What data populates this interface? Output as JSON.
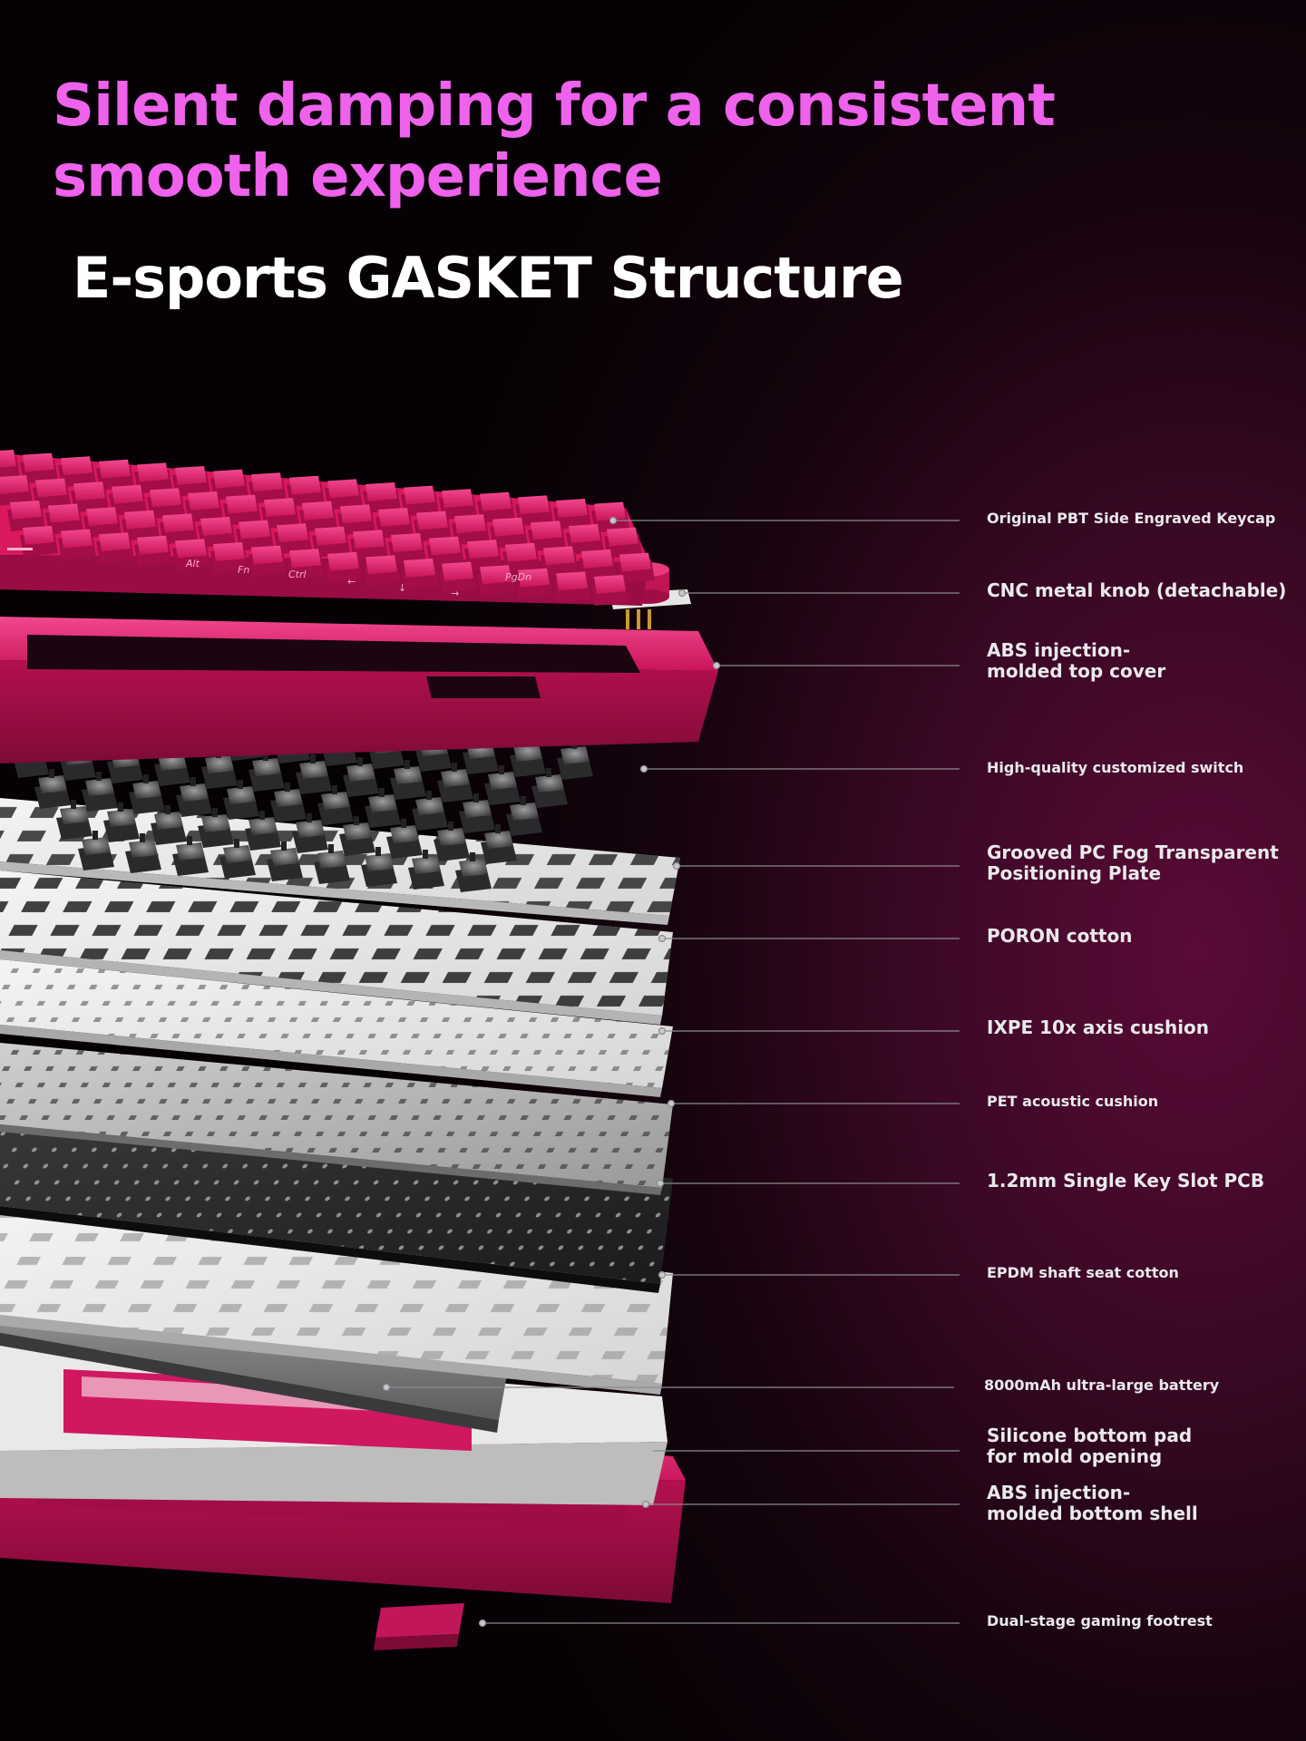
{
  "headline": {
    "line1": "Silent damping for a consistent",
    "line2": "smooth experience"
  },
  "subhead": "E-sports GASKET Structure",
  "key_legends": [
    "Alt",
    "Fn",
    "Ctrl",
    "←",
    "↓",
    "→",
    "PgDn"
  ],
  "layers": [
    {
      "id": "keycap",
      "line1": "Original PBT Side Engraved Keycap"
    },
    {
      "id": "knob",
      "line1": "CNC metal knob (detachable)"
    },
    {
      "id": "top-cover",
      "line1": "ABS injection-",
      "line2": "molded top cover"
    },
    {
      "id": "switch",
      "line1": "High-quality customized switch"
    },
    {
      "id": "plate",
      "line1": "Grooved PC Fog Transparent",
      "line2": "Positioning Plate"
    },
    {
      "id": "poron",
      "line1": "PORON cotton"
    },
    {
      "id": "ixpe",
      "line1": "IXPE 10x axis cushion"
    },
    {
      "id": "pet",
      "line1": "PET acoustic cushion"
    },
    {
      "id": "pcb",
      "line1": "1.2mm Single Key Slot PCB"
    },
    {
      "id": "epdm",
      "line1": "EPDM shaft seat cotton"
    },
    {
      "id": "battery",
      "line1": "8000mAh ultra-large battery"
    },
    {
      "id": "silicone",
      "line1": "Silicone bottom pad",
      "line2": "for mold opening"
    },
    {
      "id": "bottom-shell",
      "line1": "ABS injection-",
      "line2": "molded bottom shell"
    },
    {
      "id": "footrest",
      "line1": "Dual-stage gaming footrest"
    }
  ],
  "colors": {
    "headline": "#ee62ec",
    "subhead": "#ffffff",
    "accent_pink": "#d11a63",
    "label_text": "#e9e9ec",
    "leader_line": "#8a8a8e"
  }
}
